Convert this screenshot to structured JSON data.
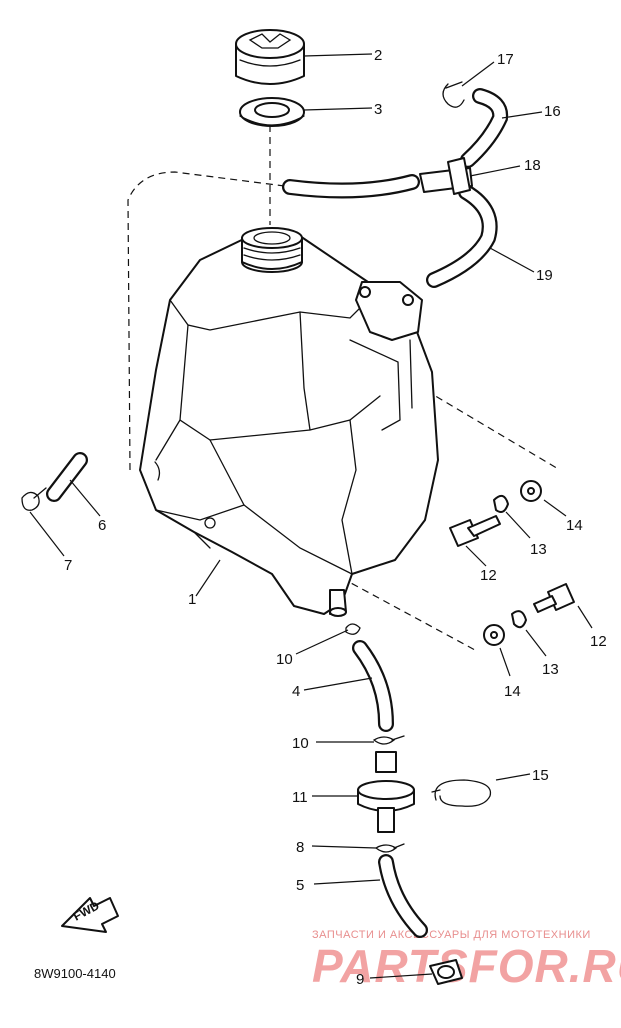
{
  "diagram": {
    "catalog_code": "8W9100-4140",
    "fwd_label": "FWD",
    "watermark": {
      "brand": "PARTSFOR.RU",
      "tagline": "ЗАПЧАСТИ И АКСЕССУАРЫ ДЛЯ МОТОТЕХНИКИ"
    },
    "callouts": {
      "c1": "1",
      "c2": "2",
      "c3": "3",
      "c4": "4",
      "c5": "5",
      "c6": "6",
      "c7": "7",
      "c8": "8",
      "c9": "9",
      "c10a": "10",
      "c10b": "10",
      "c11": "11",
      "c12a": "12",
      "c12b": "12",
      "c13a": "13",
      "c13b": "13",
      "c14a": "14",
      "c14b": "14",
      "c15": "15",
      "c16": "16",
      "c17": "17",
      "c18": "18",
      "c19": "19"
    }
  }
}
